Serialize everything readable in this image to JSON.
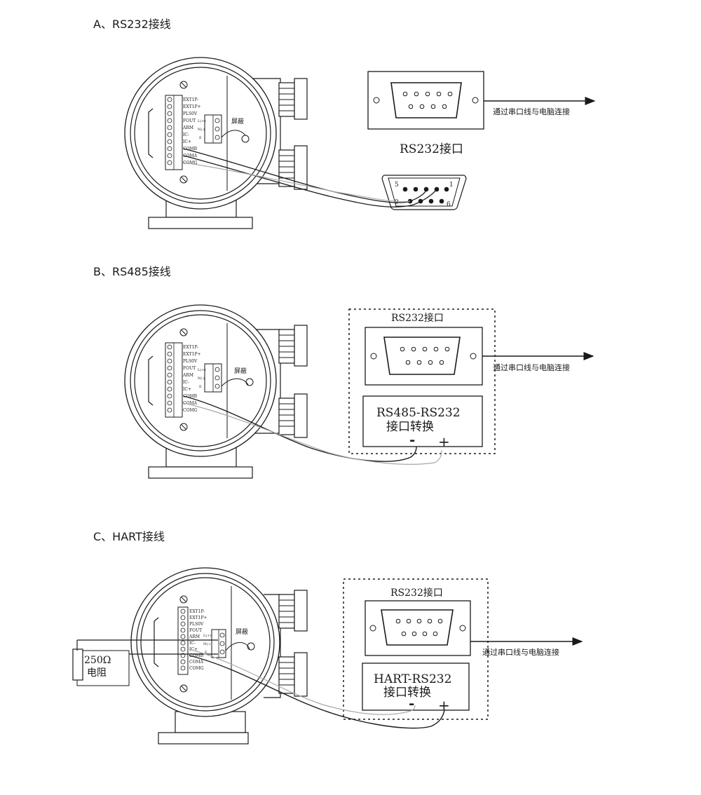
{
  "sections": [
    {
      "title": "A、RS232接线",
      "terminals": [
        "EXT1P-",
        "EXT1P+",
        "PLS0V",
        "FOUT",
        "ARM",
        "IC-",
        "IC+",
        "COMB",
        "COMA",
        "COMG"
      ],
      "small_terminals": [
        "L(+)",
        "N(-)",
        "E"
      ],
      "shield_label": "屏蔽",
      "port_label": "RS232接口",
      "arrow_label": "通过串口线与电脑连接",
      "connector_pins": {
        "pin5": "5",
        "pin1": "1",
        "pin9": "9",
        "pin6": "6"
      }
    },
    {
      "title": "B、RS485接线",
      "terminals": [
        "EXT1P-",
        "EXT1P+",
        "PLS0V",
        "FOUT",
        "ARM",
        "IC-",
        "IC+",
        "COMB",
        "COMA",
        "COMG"
      ],
      "small_terminals": [
        "L(+)",
        "N(-)",
        "E"
      ],
      "shield_label": "屏蔽",
      "port_label": "RS232接口",
      "arrow_label": "通过串口线与电脑连接",
      "converter_line1": "RS485-RS232",
      "converter_line2": "接口转换",
      "minus": "-",
      "plus": "+"
    },
    {
      "title": "C、HART接线",
      "terminals": [
        "EXT1P-",
        "EXT1P+",
        "PLS0V",
        "FOUT",
        "ARM",
        "IC-",
        "IC+",
        "COMB",
        "COMA",
        "COMG"
      ],
      "small_terminals": [
        "L(+)",
        "N(-)",
        "E"
      ],
      "shield_label": "屏蔽",
      "port_label": "RS232接口",
      "arrow_label": "通过串口线与电脑连接",
      "converter_line1": "HART-RS232",
      "converter_line2": "接口转换",
      "minus": "-",
      "plus": "+",
      "resistor_line1": "250Ω",
      "resistor_line2": "电阻"
    }
  ]
}
